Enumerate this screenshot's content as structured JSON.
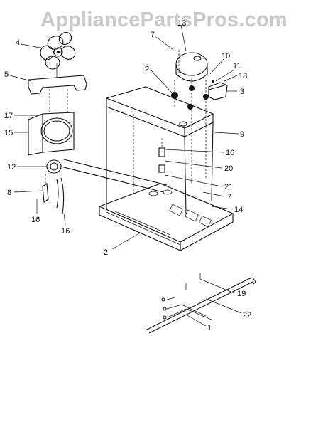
{
  "watermark": "AppliancePartsPros.com",
  "callouts": [
    {
      "id": "c4",
      "label": "4"
    },
    {
      "id": "c5",
      "label": "5"
    },
    {
      "id": "c13",
      "label": "13"
    },
    {
      "id": "c7a",
      "label": "7"
    },
    {
      "id": "c6",
      "label": "6"
    },
    {
      "id": "c10",
      "label": "10"
    },
    {
      "id": "c11",
      "label": "11"
    },
    {
      "id": "c18",
      "label": "18"
    },
    {
      "id": "c3",
      "label": "3"
    },
    {
      "id": "c17",
      "label": "17"
    },
    {
      "id": "c15",
      "label": "15"
    },
    {
      "id": "c9",
      "label": "9"
    },
    {
      "id": "c16a",
      "label": "16"
    },
    {
      "id": "c12",
      "label": "12"
    },
    {
      "id": "c20",
      "label": "20"
    },
    {
      "id": "c21",
      "label": "21"
    },
    {
      "id": "c7b",
      "label": "7"
    },
    {
      "id": "c8",
      "label": "8"
    },
    {
      "id": "c14",
      "label": "14"
    },
    {
      "id": "c16b",
      "label": "16"
    },
    {
      "id": "c16c",
      "label": "16"
    },
    {
      "id": "c2",
      "label": "2"
    },
    {
      "id": "c19",
      "label": "19"
    },
    {
      "id": "c22",
      "label": "22"
    },
    {
      "id": "c1",
      "label": "1"
    }
  ]
}
